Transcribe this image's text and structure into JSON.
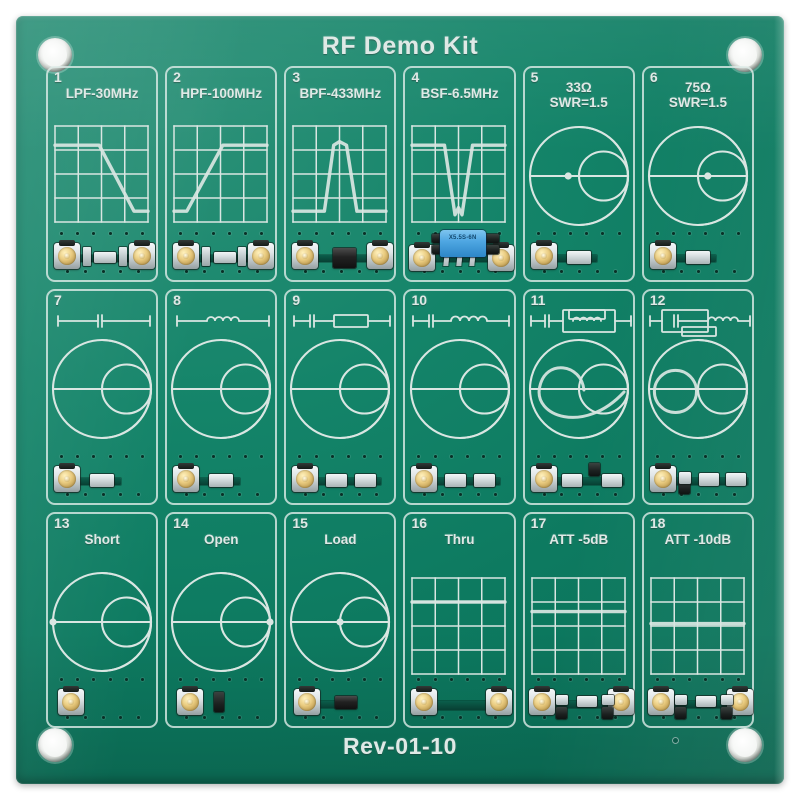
{
  "board": {
    "title": "RF Demo Kit",
    "revision": "Rev-01-10",
    "solder_mask_color": "#0f7e64",
    "silkscreen_color": "#dfe9e6",
    "copper_color": "#0b5e4b",
    "connector_gold": "#e9cb80",
    "filter_block_color": "#4ea6e2",
    "filter_block_text": "X5.5S-6N"
  },
  "panels": [
    {
      "number": "1",
      "label": "LPF-30MHz",
      "label_lines": [
        "LPF-30MHz"
      ],
      "graphic": "plot-lowpass"
    },
    {
      "number": "2",
      "label": "HPF-100MHz",
      "label_lines": [
        "HPF-100MHz"
      ],
      "graphic": "plot-highpass"
    },
    {
      "number": "3",
      "label": "BPF-433MHz",
      "label_lines": [
        "BPF-433MHz"
      ],
      "graphic": "plot-bandpass"
    },
    {
      "number": "4",
      "label": "BSF-6.5MHz",
      "label_lines": [
        "BSF-6.5MHz"
      ],
      "graphic": "plot-bandstop"
    },
    {
      "number": "5",
      "label": "33Ω SWR=1.5",
      "label_lines": [
        "33Ω",
        "SWR=1.5"
      ],
      "graphic": "smith-chart"
    },
    {
      "number": "6",
      "label": "75Ω SWR=1.5",
      "label_lines": [
        "75Ω",
        "SWR=1.5"
      ],
      "graphic": "smith-chart"
    },
    {
      "number": "7",
      "label": "",
      "label_lines": [],
      "graphic": "smith-chart",
      "symbol": "series-capacitor"
    },
    {
      "number": "8",
      "label": "",
      "label_lines": [],
      "graphic": "smith-chart",
      "symbol": "series-inductor"
    },
    {
      "number": "9",
      "label": "",
      "label_lines": [],
      "graphic": "smith-chart",
      "symbol": "capacitor-resistor"
    },
    {
      "number": "10",
      "label": "",
      "label_lines": [],
      "graphic": "smith-chart",
      "symbol": "capacitor-inductor"
    },
    {
      "number": "11",
      "label": "",
      "label_lines": [],
      "graphic": "smith-chart-spiral",
      "symbol": "cap-parallel-rl"
    },
    {
      "number": "12",
      "label": "",
      "label_lines": [],
      "graphic": "smith-chart-loop",
      "symbol": "parallel-rc-l"
    },
    {
      "number": "13",
      "label": "Short",
      "label_lines": [
        "Short"
      ],
      "graphic": "smith-chart"
    },
    {
      "number": "14",
      "label": "Open",
      "label_lines": [
        "Open"
      ],
      "graphic": "smith-chart"
    },
    {
      "number": "15",
      "label": "Load",
      "label_lines": [
        "Load"
      ],
      "graphic": "smith-chart"
    },
    {
      "number": "16",
      "label": "Thru",
      "label_lines": [
        "Thru"
      ],
      "graphic": "plot-thru"
    },
    {
      "number": "17",
      "label": "ATT -5dB",
      "label_lines": [
        "ATT -5dB"
      ],
      "graphic": "plot-att5"
    },
    {
      "number": "18",
      "label": "ATT -10dB",
      "label_lines": [
        "ATT -10dB"
      ],
      "graphic": "plot-att10"
    }
  ],
  "chart_data": [
    {
      "type": "line",
      "panel": "1",
      "title": "LPF-30MHz",
      "xlabel": "",
      "ylabel": "",
      "grid": true,
      "grid_cols": 4,
      "grid_rows": 4,
      "xlim": [
        0,
        4
      ],
      "ylim": [
        0,
        4
      ],
      "x": [
        0,
        1.9,
        3.4,
        4
      ],
      "y": [
        3.2,
        3.2,
        0.45,
        0.45
      ],
      "note": "flat passband then roll-off"
    },
    {
      "type": "line",
      "panel": "2",
      "title": "HPF-100MHz",
      "grid": true,
      "grid_cols": 4,
      "grid_rows": 4,
      "xlim": [
        0,
        4
      ],
      "ylim": [
        0,
        4
      ],
      "x": [
        0,
        0.55,
        2.1,
        4
      ],
      "y": [
        0.45,
        0.45,
        3.2,
        3.2
      ],
      "note": "stopband then rising to flat passband"
    },
    {
      "type": "line",
      "panel": "3",
      "title": "BPF-433MHz",
      "grid": true,
      "grid_cols": 4,
      "grid_rows": 4,
      "xlim": [
        0,
        4
      ],
      "ylim": [
        0,
        4
      ],
      "x": [
        0,
        1.35,
        1.75,
        2.0,
        2.3,
        2.75,
        4
      ],
      "y": [
        0.45,
        0.45,
        3.2,
        3.35,
        3.2,
        0.45,
        0.45
      ],
      "note": "narrow bandpass peak with notch at apex"
    },
    {
      "type": "line",
      "panel": "4",
      "title": "BSF-6.5MHz",
      "grid": true,
      "grid_cols": 4,
      "grid_rows": 4,
      "xlim": [
        0,
        4
      ],
      "ylim": [
        0,
        4
      ],
      "x": [
        0,
        1.4,
        1.85,
        2.0,
        2.15,
        2.6,
        4
      ],
      "y": [
        3.2,
        3.2,
        0.3,
        0.6,
        0.3,
        3.2,
        3.2
      ],
      "note": "band-stop notch, twin nulls"
    },
    {
      "type": "line",
      "panel": "16",
      "title": "Thru",
      "grid": true,
      "grid_cols": 4,
      "grid_rows": 4,
      "xlim": [
        0,
        4
      ],
      "ylim": [
        0,
        4
      ],
      "x": [
        0,
        4
      ],
      "y": [
        3.0,
        3.0
      ],
      "note": "flat 0 dB through line"
    },
    {
      "type": "line",
      "panel": "17",
      "title": "ATT -5dB",
      "grid": true,
      "grid_cols": 4,
      "grid_rows": 4,
      "xlim": [
        0,
        4
      ],
      "ylim": [
        0,
        4
      ],
      "x": [
        0,
        4
      ],
      "y": [
        2.6,
        2.6
      ],
      "note": "flat attenuated level, -5 dB"
    },
    {
      "type": "line",
      "panel": "18",
      "title": "ATT -10dB",
      "grid": true,
      "grid_cols": 4,
      "grid_rows": 4,
      "xlim": [
        0,
        4
      ],
      "ylim": [
        0,
        4
      ],
      "x": [
        0,
        4
      ],
      "y": [
        2.1,
        2.1
      ],
      "note": "flat attenuated level, -10 dB"
    },
    {
      "type": "scatter",
      "panel": "5",
      "title": "33Ω SWR=1.5",
      "chart_style": "smith",
      "marker": [
        -0.2,
        0.0
      ],
      "note": "Smith chart with marker left of center (33 ohm)"
    },
    {
      "type": "scatter",
      "panel": "6",
      "title": "75Ω SWR=1.5",
      "chart_style": "smith",
      "marker": [
        0.2,
        0.0
      ],
      "note": "Smith chart with marker right of center (75 ohm)"
    }
  ]
}
